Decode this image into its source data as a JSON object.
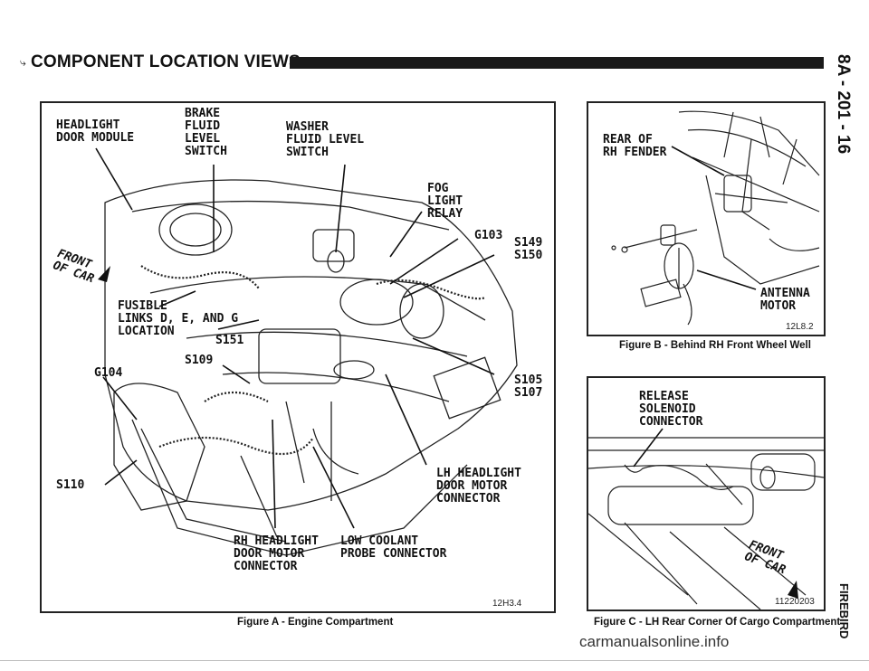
{
  "header": {
    "mark": "⤷",
    "title": "COMPONENT LOCATION VIEWS"
  },
  "side": {
    "page_number": "8A - 201 - 16",
    "model": "FIREBIRD"
  },
  "figure_a": {
    "labels": {
      "headlight_door_module": "HEADLIGHT\nDOOR MODULE",
      "brake_fluid": "BRAKE\nFLUID\nLEVEL\nSWITCH",
      "washer_fluid": "WASHER\nFLUID LEVEL\nSWITCH",
      "fog_light_relay": "FOG\nLIGHT\nRELAY",
      "g103": "G103",
      "s149_s150": "S149\nS150",
      "front_of_car": "FRONT\nOF CAR",
      "fusible_links": "FUSIBLE\nLINKS D, E, AND G\nLOCATION",
      "s151": "S151",
      "s109": "S109",
      "g104": "G104",
      "s105_s107": "S105\nS107",
      "s110": "S110",
      "lh_headlight": "LH HEADLIGHT\nDOOR MOTOR\nCONNECTOR",
      "rh_headlight": "RH HEADLIGHT\nDOOR MOTOR\nCONNECTOR",
      "low_coolant": "LOW COOLANT\nPROBE CONNECTOR"
    },
    "code": "12H3.4",
    "caption": "Figure A - Engine Compartment"
  },
  "figure_b": {
    "labels": {
      "rear_rh_fender": "REAR OF\nRH FENDER",
      "antenna_motor": "ANTENNA\nMOTOR"
    },
    "code": "12L8.2",
    "caption": "Figure B - Behind RH Front Wheel Well"
  },
  "figure_c": {
    "labels": {
      "release_solenoid": "RELEASE\nSOLENOID\nCONNECTOR",
      "front_of_car": "FRONT\nOF CAR"
    },
    "code": "11220203",
    "caption": "Figure C - LH Rear Corner Of Cargo Compartment"
  },
  "footer": {
    "watermark": "carmanualsonline.info"
  }
}
